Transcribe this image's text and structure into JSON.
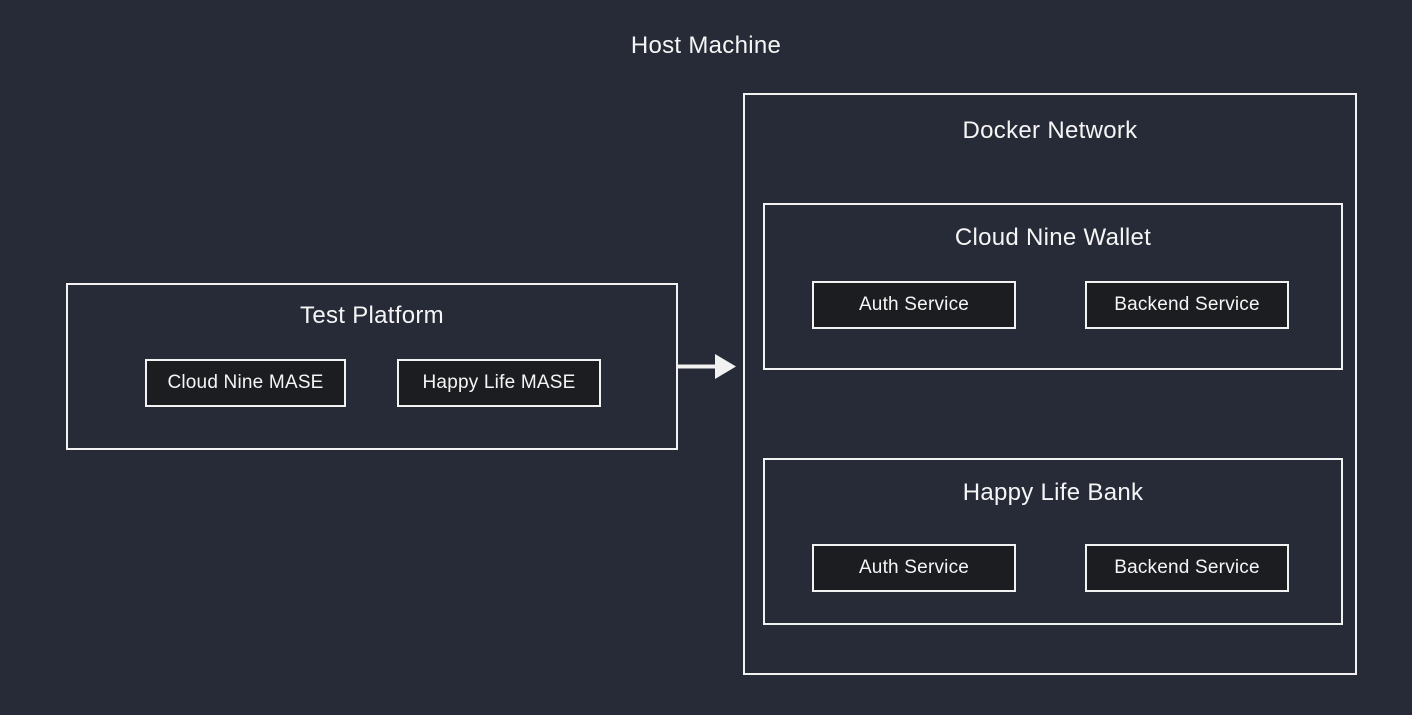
{
  "host": {
    "title": "Host Machine"
  },
  "test_platform": {
    "title": "Test Platform",
    "nodes": [
      {
        "label": "Cloud Nine MASE"
      },
      {
        "label": "Happy Life MASE"
      }
    ]
  },
  "docker_network": {
    "title": "Docker Network",
    "groups": [
      {
        "title": "Cloud Nine Wallet",
        "services": [
          {
            "label": "Auth Service"
          },
          {
            "label": "Backend Service"
          }
        ]
      },
      {
        "title": "Happy Life Bank",
        "services": [
          {
            "label": "Auth Service"
          },
          {
            "label": "Backend Service"
          }
        ]
      }
    ]
  },
  "connections": [
    {
      "from": "Test Platform",
      "to": "Docker Network",
      "direction": "right"
    }
  ],
  "colors": {
    "background": "#262b37",
    "box_border": "#f2f2f2",
    "leaf_box_fill": "#1c1d21",
    "text": "#f5f5f5"
  }
}
